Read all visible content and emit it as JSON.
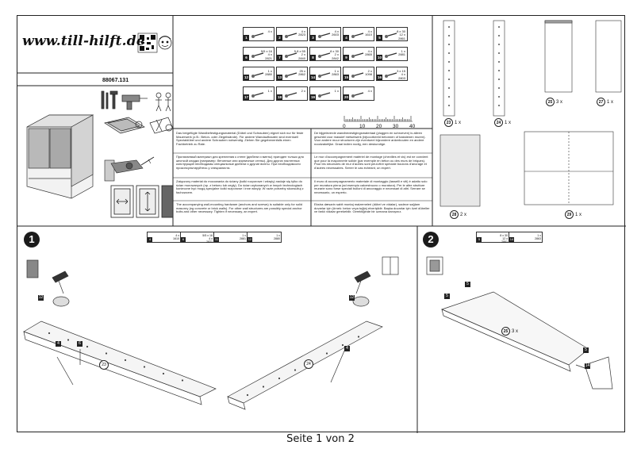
{
  "header": {
    "logo_text": "www.till-hilft.de",
    "article_number": "88067.131"
  },
  "parts": [
    {
      "num": "1",
      "qty": "4 x"
    },
    {
      "num": "2",
      "qty": "4 x\n2823"
    },
    {
      "num": "3",
      "qty": "4 x\n2603"
    },
    {
      "num": "4",
      "qty": "4 x\n1610"
    },
    {
      "num": "5",
      "qty": "8 x 30\n12 x\n2861"
    },
    {
      "num": "6",
      "qty": "5/5 x 16\n4 x\n2821"
    },
    {
      "num": "7",
      "qty": "5.8 x 55\n2 x\n2840"
    },
    {
      "num": "8",
      "qty": "8 x 30\n2 x\n2842"
    },
    {
      "num": "9",
      "qty": "4 x\n2865"
    },
    {
      "num": "10",
      "qty": "1 x\n2881"
    },
    {
      "num": "12",
      "qty": "1 x\n2880"
    },
    {
      "num": "13",
      "qty": "25 x\n2862"
    },
    {
      "num": "14",
      "qty": "1 x\n2863"
    },
    {
      "num": "15",
      "qty": "2 x\n1098"
    },
    {
      "num": "16",
      "qty": "3 x 15\n4 x\n2803"
    },
    {
      "num": "17",
      "qty": "1 x"
    },
    {
      "num": "18",
      "qty": "2 x"
    },
    {
      "num": "19",
      "qty": "1 x"
    },
    {
      "num": "20",
      "qty": "4 x"
    }
  ],
  "ruler": {
    "ticks": [
      "0",
      "10",
      "20",
      "30",
      "40"
    ]
  },
  "panels": [
    {
      "num": "23",
      "qty": "1 x"
    },
    {
      "num": "24",
      "qty": "1 x"
    },
    {
      "num": "25",
      "qty": "3 x"
    },
    {
      "num": "27",
      "qty": "1 x"
    },
    {
      "num": "28",
      "qty": "2 x"
    },
    {
      "num": "29",
      "qty": "1 x"
    }
  ],
  "instructions": {
    "de_1": "Das beigefügte Wandbefestigungsmaterial (Dübel und Schrauben) eignet sich nur für feste Mauerwerk (z.B.: Beton- oder Ziegelwände). Für andere Wandaufbauten sind eventuell Spezialdübel und andere Schrauben notwendig. Ziehen Sie gegebenenfalls einen Fachbetrieb zu Rate.",
    "ru": "Прилагаемый материал для крепления к стене (дюбели и винты) пригоден только для жесткой кладки (например: бетонные или кирпичные стены). Для других настенных конструкций необходимы специальные дюбели и другие винты. При необходимости проконсультируйтесь у специалиста.",
    "pl": "Załączony materiał do mocowania do ściany (kołki rozporowe i wkręty) nadaje się tylko do ścian murowanych (np. z betonu lub cegły). Do ścian wykonanych w innych technologiach konieczne być mogą specjalne kołki rozporowe i inne wkręty. W razie potrzeby skonsultuj z fachowcem.",
    "en": "The accompanying wall-mounting hardware (anchors and screws) is suitable only for solid masonry (eg concrete or brick walls). For other wall structures are possibly special anchor bolts and other necessary. Tighten if necessary, an expert.",
    "nl": "De bijgeleverde wandbevestigingsmateriaal (pluggen en schroeven) is alleen geschikt voor massief metselwerk (bijvoorbeeld betonnen of bakstenen muren). Voor andere muur structuren zijn eventueel bijzondere ankerbouten en andere noodzakelijke. Draai indien nodig, een deskundige.",
    "fr": "Le mur d'accompagnement matériel de montage (chevilles et vis) est ne convient que pour la maçonnerie solide (par exemple en béton ou des murs de briques). Pour les structures de mur d'autres sont peut-être spéciale boulons d'ancrage et d'autres nécessaires. Serrer le cas échéant, un expert.",
    "it": "Il muro di accompagnamento materiale di montaggio (tasselli e viti) è adatto solo per muratura piena (ad esempio calcestruzzo o muratura). Per le altre strutture murarie sono forse speciali bulloni di ancoraggio e necessari di altri. Serrare se necessario, un esperto.",
    "da": "Ekstra dæsarin sabit montaj malzemeleri (dübel ve vidalar), sadece sağlam duvarlar için (örnek: beton veya tuğla) elverişlidir. Başka duvarlar için özel dübeller ve farklı vidalar gerekebilir. Gerektiğinde bir uzmana danışınız."
  },
  "step1": {
    "badge": "1",
    "strip": [
      {
        "num": "4",
        "qty": "4 x\n1610"
      },
      {
        "num": "6",
        "qty": "5/5 x 16\n4 x\n2821"
      },
      {
        "num": "11",
        "qty": "1 x\n2881"
      },
      {
        "num": "12",
        "qty": "1 x\n2880"
      }
    ],
    "callouts": [
      "12",
      "4",
      "6",
      "23",
      "24",
      "4",
      "12"
    ]
  },
  "step2": {
    "badge": "2",
    "strip": [
      {
        "num": "5",
        "qty": "8 x 30\n12 x\n2861"
      },
      {
        "num": "14",
        "qty": "1 x\n2863"
      }
    ],
    "panel_label": "25",
    "panel_qty": "3 x",
    "callouts": [
      "5",
      "5",
      "5",
      "14"
    ]
  },
  "footer": {
    "page": "Seite 1 von 2"
  }
}
